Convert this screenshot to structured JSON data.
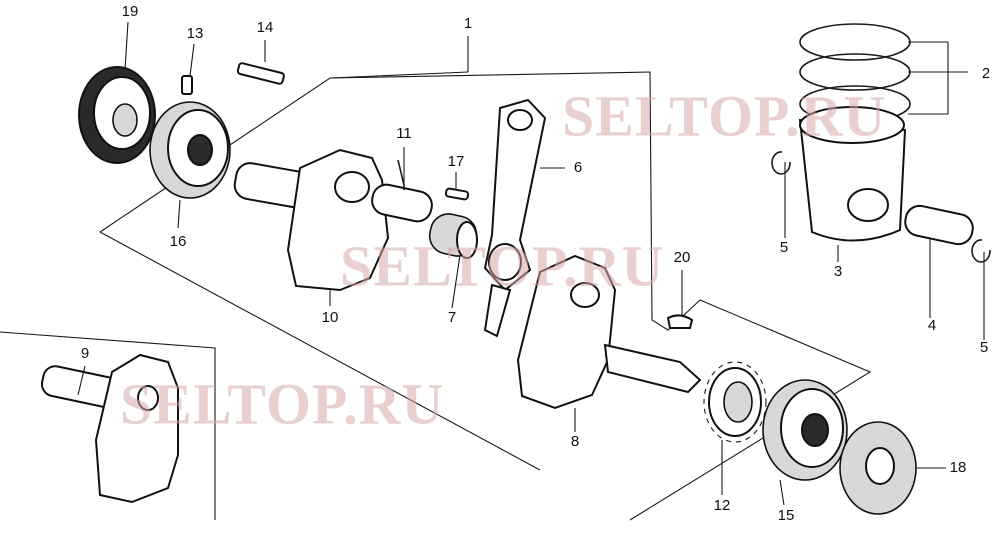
{
  "watermark": "SELTOP.RU",
  "callouts": [
    {
      "id": "1",
      "label": "1"
    },
    {
      "id": "2",
      "label": "2"
    },
    {
      "id": "3",
      "label": "3"
    },
    {
      "id": "4",
      "label": "4"
    },
    {
      "id": "5a",
      "label": "5"
    },
    {
      "id": "5b",
      "label": "5"
    },
    {
      "id": "6",
      "label": "6"
    },
    {
      "id": "7",
      "label": "7"
    },
    {
      "id": "8",
      "label": "8"
    },
    {
      "id": "9",
      "label": "9"
    },
    {
      "id": "10",
      "label": "10"
    },
    {
      "id": "11",
      "label": "11"
    },
    {
      "id": "12",
      "label": "12"
    },
    {
      "id": "13",
      "label": "13"
    },
    {
      "id": "14",
      "label": "14"
    },
    {
      "id": "15",
      "label": "15"
    },
    {
      "id": "16",
      "label": "16"
    },
    {
      "id": "17",
      "label": "17"
    },
    {
      "id": "18",
      "label": "18"
    },
    {
      "id": "19",
      "label": "19"
    },
    {
      "id": "20",
      "label": "20"
    }
  ]
}
